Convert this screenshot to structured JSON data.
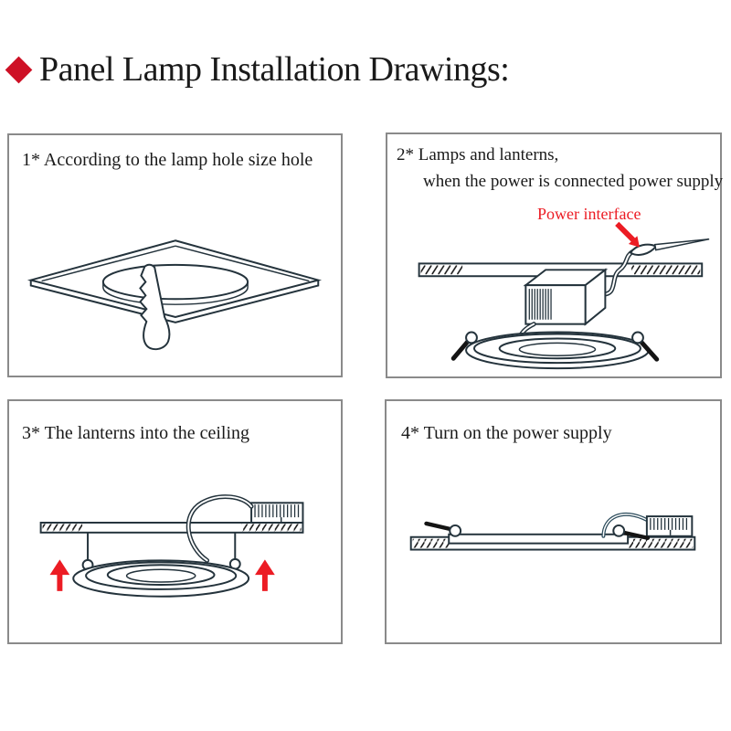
{
  "title": {
    "icon": "red-diamond",
    "text": "Panel Lamp Installation Drawings:"
  },
  "colors": {
    "accent_red": "#ce1126",
    "arrow_red": "#ec1c24",
    "panel_border": "#8a8a8a",
    "ink": "#1a1a1a",
    "line": "#24333c",
    "wire": "#2a4a5a"
  },
  "panels": [
    {
      "step": "1",
      "caption": "1* According to the lamp hole size hole",
      "illustration": "cutting-round-hole-in-ceiling-tile"
    },
    {
      "step": "2",
      "caption_line1": "2* Lamps and lanterns,",
      "caption_line2": "when the power is connected power supply",
      "annotation": "Power interface",
      "illustration": "lamp-driver-connected-to-power-below-ceiling"
    },
    {
      "step": "3",
      "caption": "3* The lanterns into the ceiling",
      "illustration": "pushing-lamp-up-into-ceiling-cutout"
    },
    {
      "step": "4",
      "caption": "4* Turn on the power supply",
      "illustration": "lamp-installed-flush-in-ceiling"
    }
  ]
}
